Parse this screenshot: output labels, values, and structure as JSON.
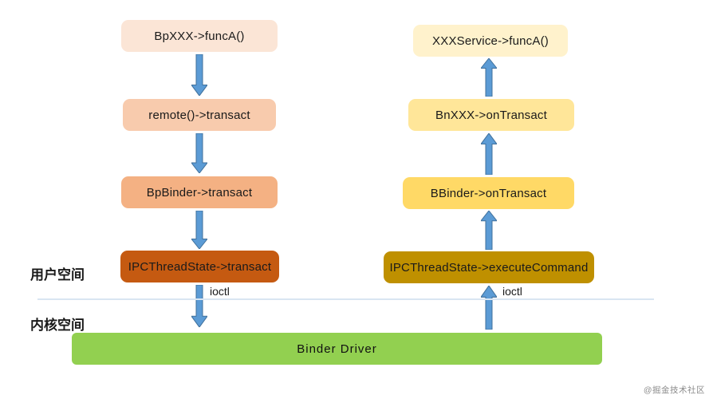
{
  "diagram": {
    "title_semantic": "Android Binder IPC call flow",
    "left_flow": {
      "direction": "down",
      "steps": [
        {
          "label": "BpXXX->funcA()",
          "bg": "#FBE5D6"
        },
        {
          "label": "remote()->transact",
          "bg": "#F8CBAD"
        },
        {
          "label": "BpBinder->transact",
          "bg": "#F4B183"
        },
        {
          "label": "IPCThreadState->transact",
          "bg": "#C55A11"
        }
      ],
      "ioctl_label": "ioctl"
    },
    "right_flow": {
      "direction": "up",
      "steps": [
        {
          "label": "XXXService->funcA()",
          "bg": "#FFF2CC"
        },
        {
          "label": "BnXXX->onTransact",
          "bg": "#FFE699"
        },
        {
          "label": "BBinder->onTransact",
          "bg": "#FFD966"
        },
        {
          "label": "IPCThreadState->executeCommand",
          "bg": "#BF9000"
        }
      ],
      "ioctl_label": "ioctl"
    },
    "regions": {
      "user_space": "用户空间",
      "kernel_space": "内核空间"
    },
    "driver": {
      "label": "Binder Driver",
      "bg": "#92D050"
    },
    "colors": {
      "arrow_fill": "#5B9BD5",
      "arrow_stroke": "#41719C",
      "divider": "#D9E5F2"
    },
    "watermark": "@掘金技术社区"
  }
}
